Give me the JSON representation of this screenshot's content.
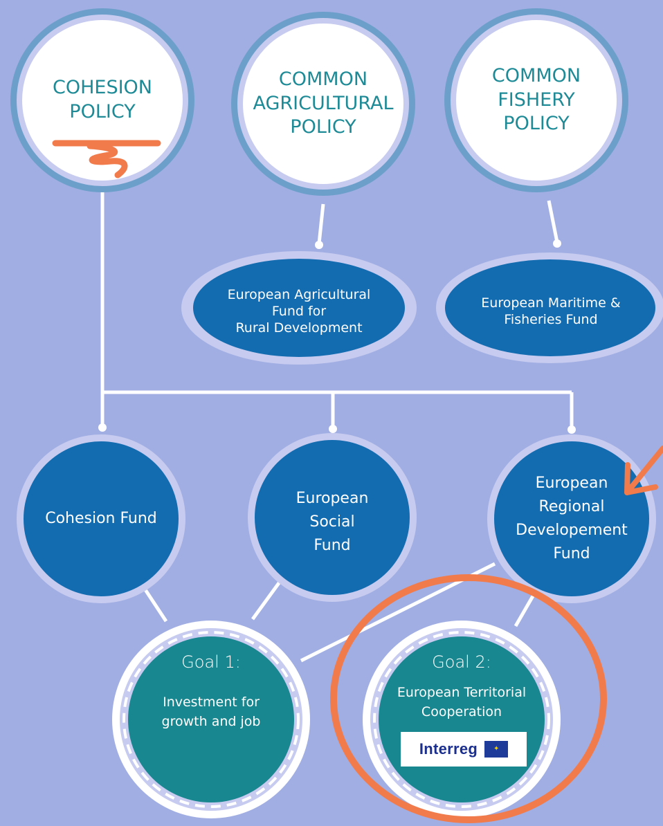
{
  "colors": {
    "background": "#a1aee3",
    "policy_fill": "#ffffff",
    "policy_ring": "#6d9fcb",
    "policy_text": "#1d8a96",
    "fund_fill": "#136cb0",
    "fund_halo": "#c6cbef",
    "goal_fill": "#19878f",
    "connector": "#ffffff",
    "annotation": "#f27b4b",
    "logo_text": "#1b2f8f",
    "eu_blue": "#1f3b9a",
    "eu_star": "#f3d200"
  },
  "policies": {
    "cohesion": "COHESION\nPOLICY",
    "agricultural": "COMMON\nAGRICULTURAL\nPOLICY",
    "fishery": "COMMON\nFISHERY\nPOLICY"
  },
  "funds": {
    "agricultural_fund": "European Agricultural\nFund for\nRural Development",
    "maritime_fund": "European Maritime &\nFisheries Fund",
    "cohesion_fund": "Cohesion Fund",
    "social_fund": "European\nSocial\nFund",
    "regional_fund": "European\nRegional\nDevelopement\nFund"
  },
  "goals": {
    "goal1_title": "Goal 1:",
    "goal1_text": "Investment for\ngrowth and job",
    "goal2_title": "Goal 2:",
    "goal2_text": "European Territorial\nCooperation"
  },
  "logo": {
    "text": "Interreg",
    "flag_icon": "eu-flag-icon"
  }
}
